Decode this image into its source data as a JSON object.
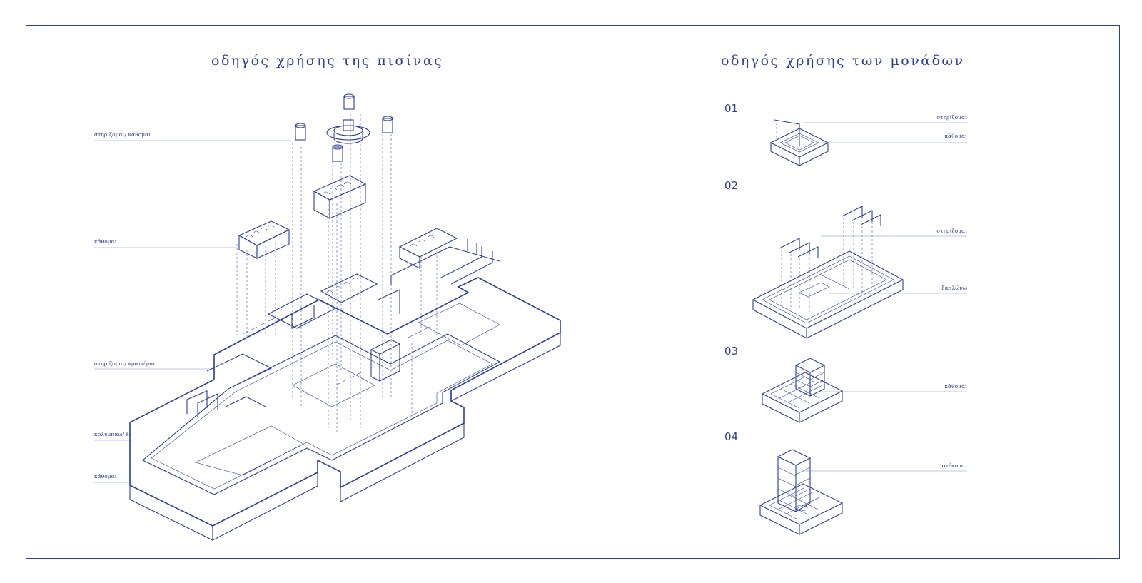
{
  "left_panel": {
    "title": "οδηγός χρήσης της πισίνας",
    "labels": [
      "στηρίζομαι/ κάθομαι",
      "κάθομαι",
      "στηρίζομαι/ κρατιέμαι",
      "κολυμπάω/ ξαπλώνω/ κάθομαι",
      "κάθομαι"
    ]
  },
  "right_panel": {
    "title": "οδηγός χρήσης των μονάδων",
    "units": [
      {
        "number": "01",
        "labels": [
          "στηρίζομαι",
          "κάθομαι"
        ]
      },
      {
        "number": "02",
        "labels": [
          "στηρίζομαι",
          "ξαπλώνω"
        ]
      },
      {
        "number": "03",
        "labels": [
          "κάθομαι"
        ]
      },
      {
        "number": "04",
        "labels": [
          "στέκομαι"
        ]
      }
    ]
  },
  "colors": {
    "ink": "#2a3f9d",
    "background": "#ffffff"
  }
}
